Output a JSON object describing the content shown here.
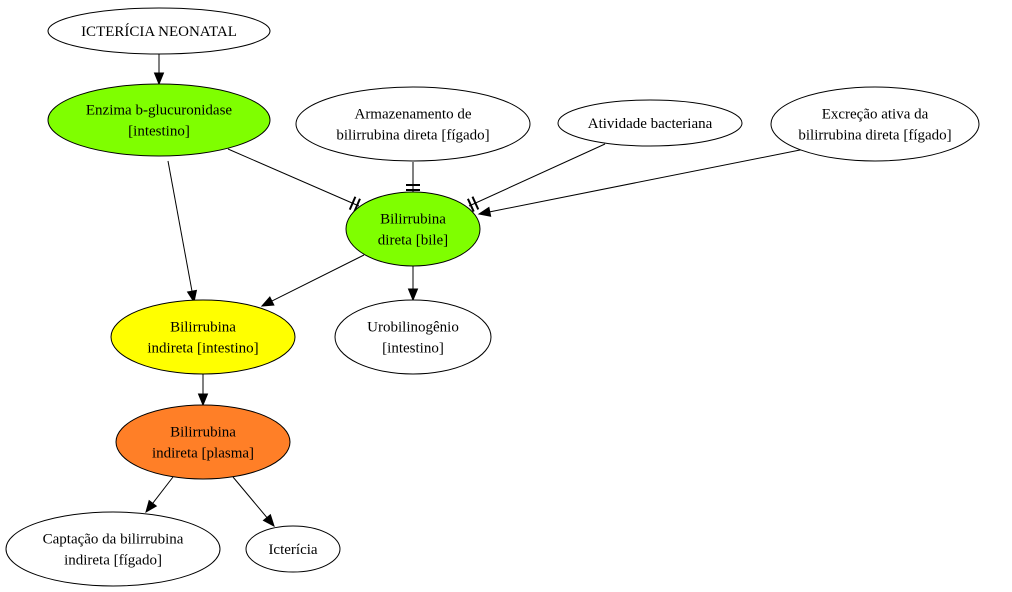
{
  "colors": {
    "green": "#7fff00",
    "yellow": "#ffff00",
    "orange": "#ff7f27",
    "white": "#ffffff",
    "stroke": "#000000"
  },
  "nodes": {
    "neonatal": {
      "lines": [
        "ICTERÍCIA NEONATAL"
      ],
      "fill": "white"
    },
    "enzima": {
      "lines": [
        "Enzima b-glucuronidase",
        "[intestino]"
      ],
      "fill": "green"
    },
    "armazenamento": {
      "lines": [
        "Armazenamento de",
        "bilirrubina direta [fígado]"
      ],
      "fill": "white"
    },
    "atividade": {
      "lines": [
        "Atividade bacteriana"
      ],
      "fill": "white"
    },
    "excrecao": {
      "lines": [
        "Excreção ativa da",
        "bilirrubina direta [fígado]"
      ],
      "fill": "white"
    },
    "bil_direta": {
      "lines": [
        "Bilirrubina",
        "direta [bile]"
      ],
      "fill": "green"
    },
    "bil_ind_intestino": {
      "lines": [
        "Bilirrubina",
        "indireta [intestino]"
      ],
      "fill": "yellow"
    },
    "urobilinogenio": {
      "lines": [
        "Urobilinogênio",
        "[intestino]"
      ],
      "fill": "white"
    },
    "bil_ind_plasma": {
      "lines": [
        "Bilirrubina",
        "indireta [plasma]"
      ],
      "fill": "orange"
    },
    "captacao": {
      "lines": [
        "Captação da bilirrubina",
        "indireta [fígado]"
      ],
      "fill": "white"
    },
    "ictericia": {
      "lines": [
        "Icterícia"
      ],
      "fill": "white"
    }
  },
  "edges": [
    {
      "from": "neonatal",
      "to": "enzima",
      "type": "arrow"
    },
    {
      "from": "enzima",
      "to": "bil_direta",
      "type": "tee"
    },
    {
      "from": "armazenamento",
      "to": "bil_direta",
      "type": "tee"
    },
    {
      "from": "atividade",
      "to": "bil_direta",
      "type": "tee"
    },
    {
      "from": "excrecao",
      "to": "bil_direta",
      "type": "arrow"
    },
    {
      "from": "enzima",
      "to": "bil_ind_intestino",
      "type": "arrow"
    },
    {
      "from": "bil_direta",
      "to": "bil_ind_intestino",
      "type": "arrow"
    },
    {
      "from": "bil_direta",
      "to": "urobilinogenio",
      "type": "arrow"
    },
    {
      "from": "bil_ind_intestino",
      "to": "bil_ind_plasma",
      "type": "arrow"
    },
    {
      "from": "bil_ind_plasma",
      "to": "captacao",
      "type": "arrow"
    },
    {
      "from": "bil_ind_plasma",
      "to": "ictericia",
      "type": "arrow"
    }
  ]
}
